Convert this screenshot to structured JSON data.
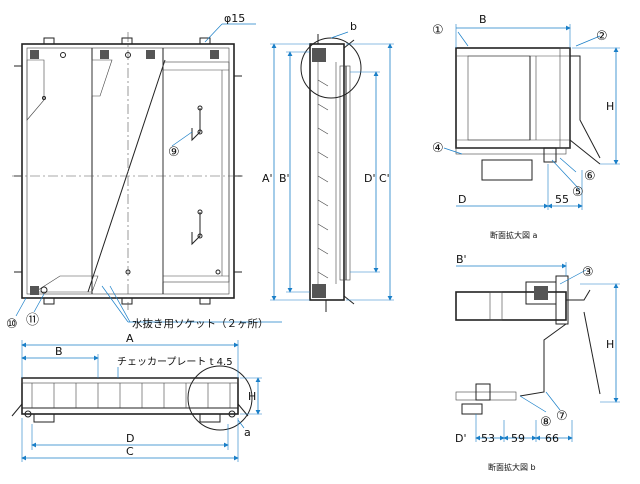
{
  "labels": {
    "phi15": "φ15",
    "b_circle": "b",
    "a_circle": "a",
    "A_prime": "A'",
    "B_prime_v": "B'",
    "D_prime_v": "D'",
    "C_prime_v": "C'",
    "socket": "水抜き用ソケット（２ヶ所）",
    "A": "A",
    "B": "B",
    "checker": "チェッカープレート t 4.5",
    "H_front": "H",
    "D": "D",
    "C": "C",
    "secA_B": "B",
    "secA_H": "H",
    "secA_D": "D",
    "secA_55": "55",
    "secA_caption": "断面拡大図 a",
    "secB_Bp": "B'",
    "secB_H": "H",
    "secB_Dp": "D'",
    "secB_53": "53",
    "secB_59": "59",
    "secB_66": "66",
    "secB_caption": "断面拡大図 b"
  },
  "balloons": [
    "①",
    "②",
    "③",
    "④",
    "⑤",
    "⑥",
    "⑦",
    "⑧",
    "⑨",
    "⑩",
    "⑪"
  ],
  "colors": {
    "dimension": "#1a7fc8",
    "line": "#222222",
    "fill": "#cfcfcf"
  }
}
